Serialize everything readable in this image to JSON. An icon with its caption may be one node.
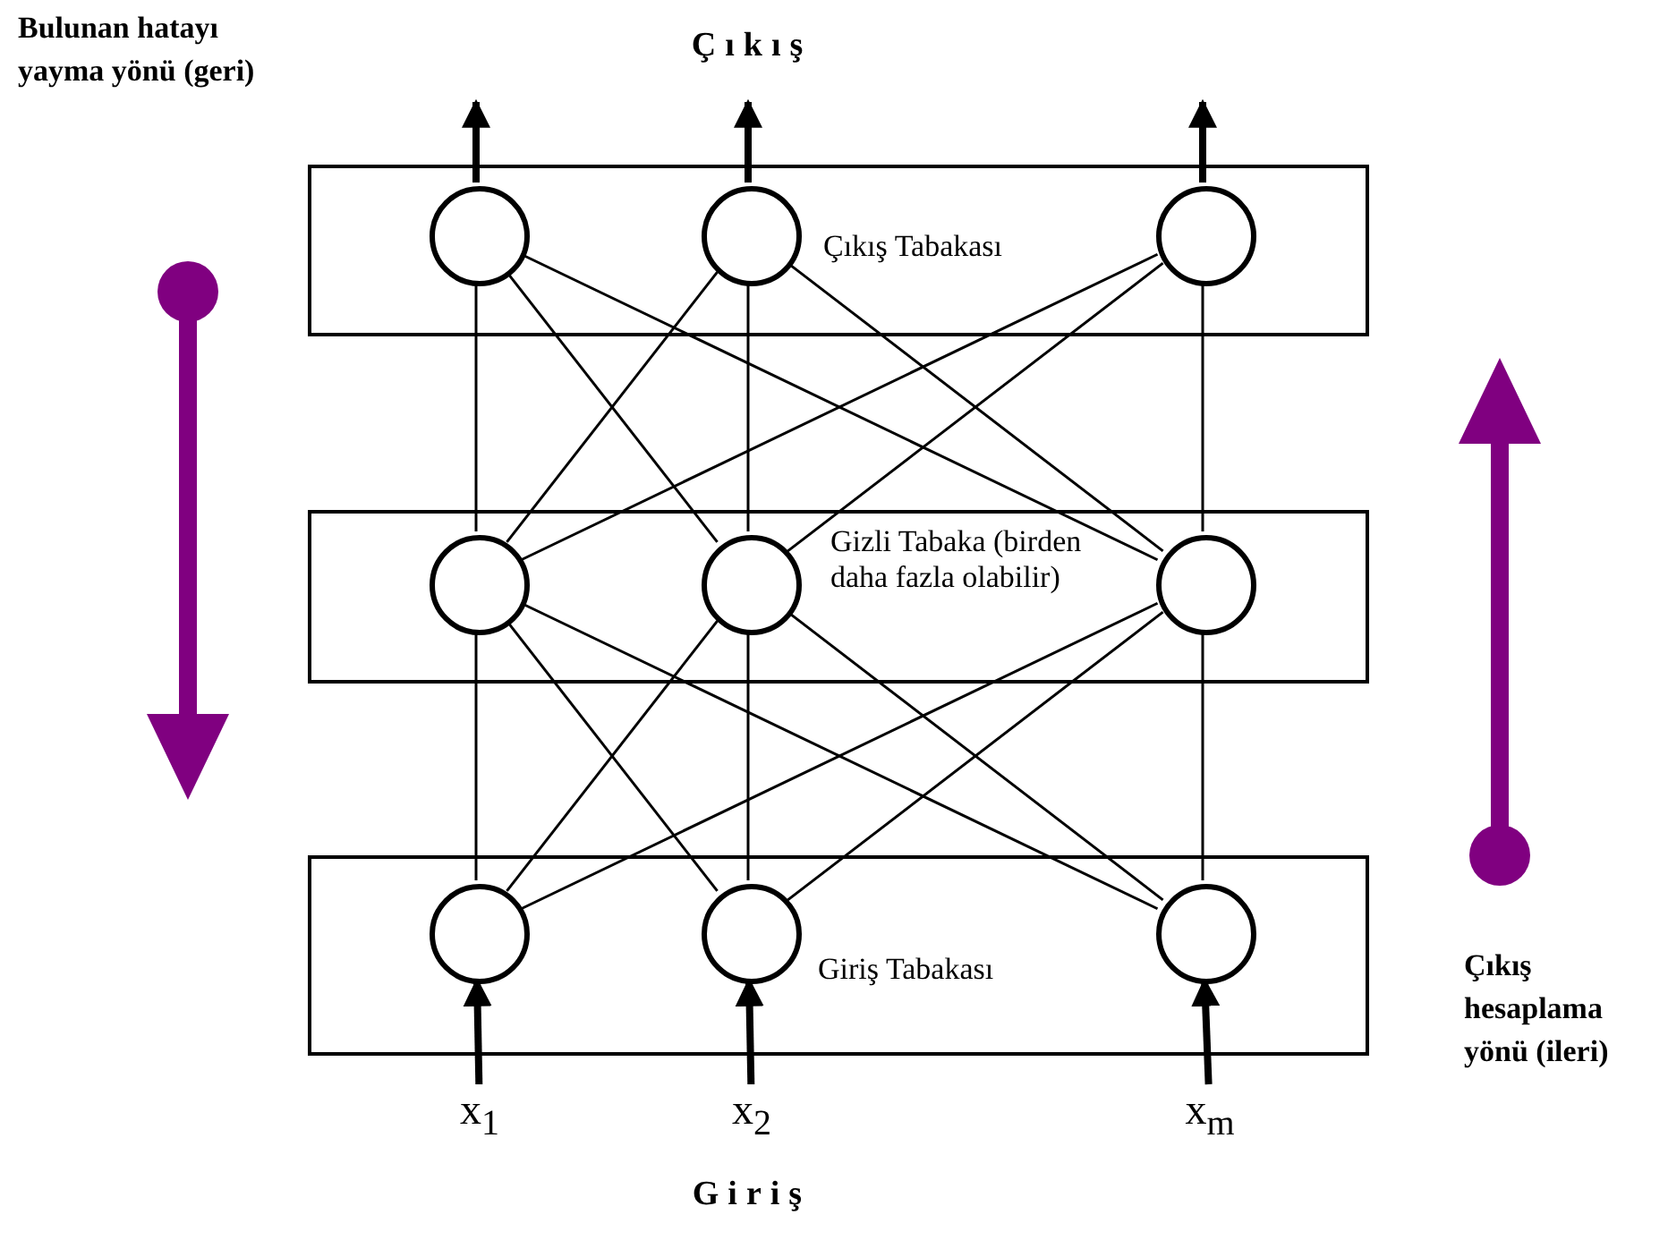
{
  "diagram": {
    "nodes": [
      {
        "text": [
          "Çıkış Tabakası"
        ]
      },
      {
        "text": [],
        "shape": "circle",
        "in": 0
      },
      {
        "text": [],
        "shape": "circle",
        "in": 0
      },
      {
        "text": [],
        "shape": "circle",
        "in": 0
      },
      {
        "text": [
          "Gizli Tabaka (birden daha fazla olabilir)"
        ]
      },
      {
        "text": [],
        "shape": "circle",
        "in": 4
      },
      {
        "text": [],
        "shape": "circle",
        "in": 4
      },
      {
        "text": [],
        "shape": "circle",
        "in": 4
      },
      {
        "text": [
          "Giriş Tabakası"
        ]
      },
      {
        "text": [],
        "shape": "circle",
        "in": 8
      },
      {
        "text": [],
        "shape": "circle",
        "in": 8
      },
      {
        "text": [],
        "shape": "circle",
        "in": 8
      },
      {
        "text": [
          "x$_{1}$"
        ]
      },
      {
        "text": [
          "x$_{2}$"
        ]
      },
      {
        "text": [
          "x$_{m}$"
        ]
      }
    ],
    "edges": [
      {
        "from": 12,
        "to": 9,
        "arrow": "to",
        "style": "thick"
      },
      {
        "from": 13,
        "to": 10,
        "arrow": "to",
        "style": "thick"
      },
      {
        "from": 14,
        "to": 11,
        "arrow": "to",
        "style": "thick"
      },
      {
        "from": 9,
        "to": 5,
        "arrow": "none"
      },
      {
        "from": 9,
        "to": 6,
        "arrow": "none"
      },
      {
        "from": 9,
        "to": 7,
        "arrow": "none"
      },
      {
        "from": 10,
        "to": 5,
        "arrow": "none"
      },
      {
        "from": 10,
        "to": 6,
        "arrow": "none"
      },
      {
        "from": 10,
        "to": 7,
        "arrow": "none"
      },
      {
        "from": 11,
        "to": 5,
        "arrow": "none"
      },
      {
        "from": 11,
        "to": 6,
        "arrow": "none"
      },
      {
        "from": 11,
        "to": 7,
        "arrow": "none"
      },
      {
        "from": 5,
        "to": 1,
        "arrow": "none"
      },
      {
        "from": 5,
        "to": 2,
        "arrow": "none"
      },
      {
        "from": 5,
        "to": 3,
        "arrow": "none"
      },
      {
        "from": 6,
        "to": 1,
        "arrow": "none"
      },
      {
        "from": 6,
        "to": 2,
        "arrow": "none"
      },
      {
        "from": 6,
        "to": 3,
        "arrow": "none"
      },
      {
        "from": 7,
        "to": 1,
        "arrow": "none"
      },
      {
        "from": 7,
        "to": 2,
        "arrow": "none"
      },
      {
        "from": 7,
        "to": 3,
        "arrow": "none"
      },
      {
        "from": 1,
        "to": null,
        "arrow": "to",
        "style": "thick"
      },
      {
        "from": 2,
        "to": null,
        "arrow": "to",
        "style": "thick"
      },
      {
        "from": 3,
        "to": null,
        "arrow": "to",
        "style": "thick"
      }
    ],
    "labels": [
      "Bulunan hatayı yayma yönü (geri)",
      "Çıkış",
      "Çıkış hesaplama yönü (ileri)",
      "Giriş"
    ]
  }
}
